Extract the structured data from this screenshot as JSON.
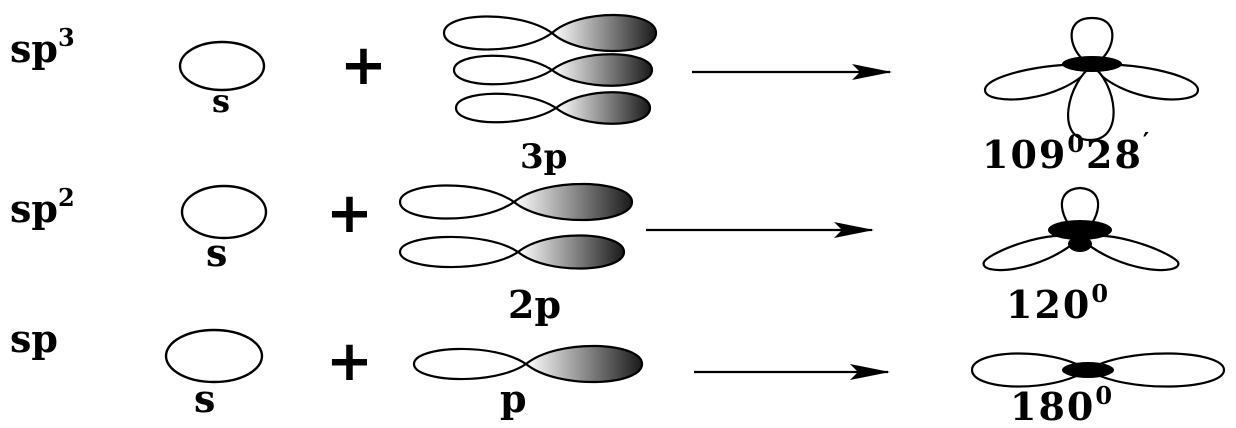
{
  "rows": [
    {
      "hybrid": "sp",
      "hybrid_sup": "3",
      "s_label": "s",
      "plus": "+",
      "p_label": "3p",
      "angle": "109",
      "angle_sup1": "0",
      "angle_rest": "28",
      "angle_sup2": "′"
    },
    {
      "hybrid": "sp",
      "hybrid_sup": "2",
      "s_label": "s",
      "plus": "+",
      "p_label": "2p",
      "angle": "120",
      "angle_sup1": "0"
    },
    {
      "hybrid": "sp",
      "hybrid_sup": "",
      "s_label": "s",
      "plus": "+",
      "p_label": "p",
      "angle": "180",
      "angle_sup1": "0"
    }
  ],
  "colors": {
    "lobe_shade_light": "#ffffff",
    "lobe_shade_dark": "#1a1a1a"
  }
}
